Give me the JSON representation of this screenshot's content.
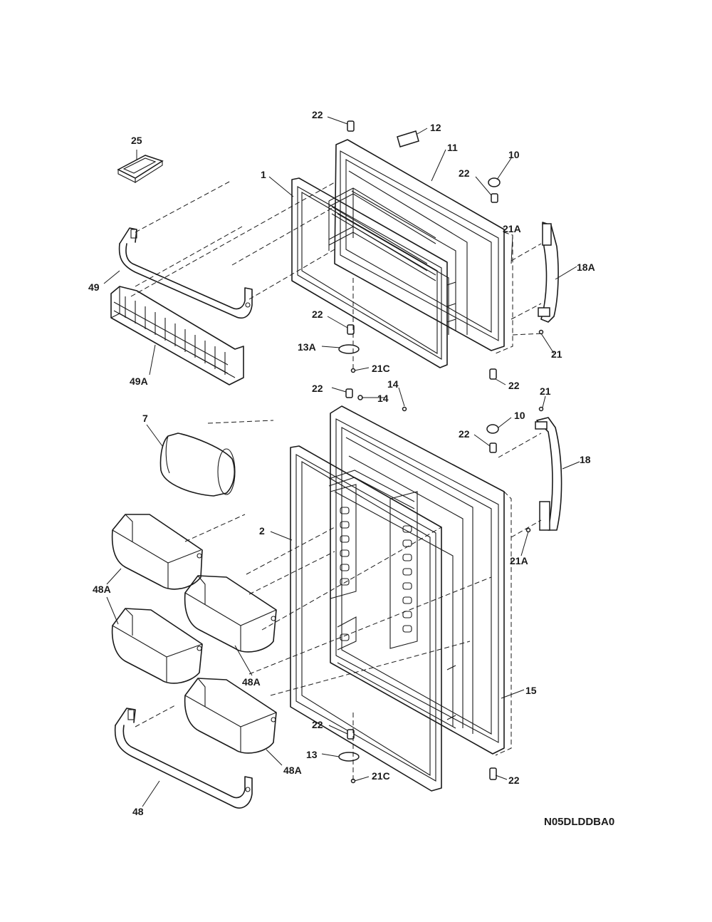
{
  "diagram_code": "N05DLDDBA0",
  "callouts": {
    "c22_top": "22",
    "c12": "12",
    "c11": "11",
    "c10_top": "10",
    "c22_hinge_top": "22",
    "c25": "25",
    "c1": "1",
    "c21A_top": "21A",
    "c18A": "18A",
    "c49": "49",
    "c22_fz_bottom": "22",
    "c21_top": "21",
    "c13A": "13A",
    "c21C_top": "21C",
    "c22_right_mid": "22",
    "c49A": "49A",
    "c14_a": "14",
    "c14_b": "14",
    "c22_mid": "22",
    "c21_right": "21",
    "c10_mid": "10",
    "c22_hinge_mid": "22",
    "c7": "7",
    "c18": "18",
    "c2": "2",
    "c21A_mid": "21A",
    "c48A_left": "48A",
    "c48A_center": "48A",
    "c15": "15",
    "c22_ff_bottom": "22",
    "c13": "13",
    "c48A_bottom": "48A",
    "c21C_bottom": "21C",
    "c22_bottom_right": "22",
    "c48": "48"
  }
}
